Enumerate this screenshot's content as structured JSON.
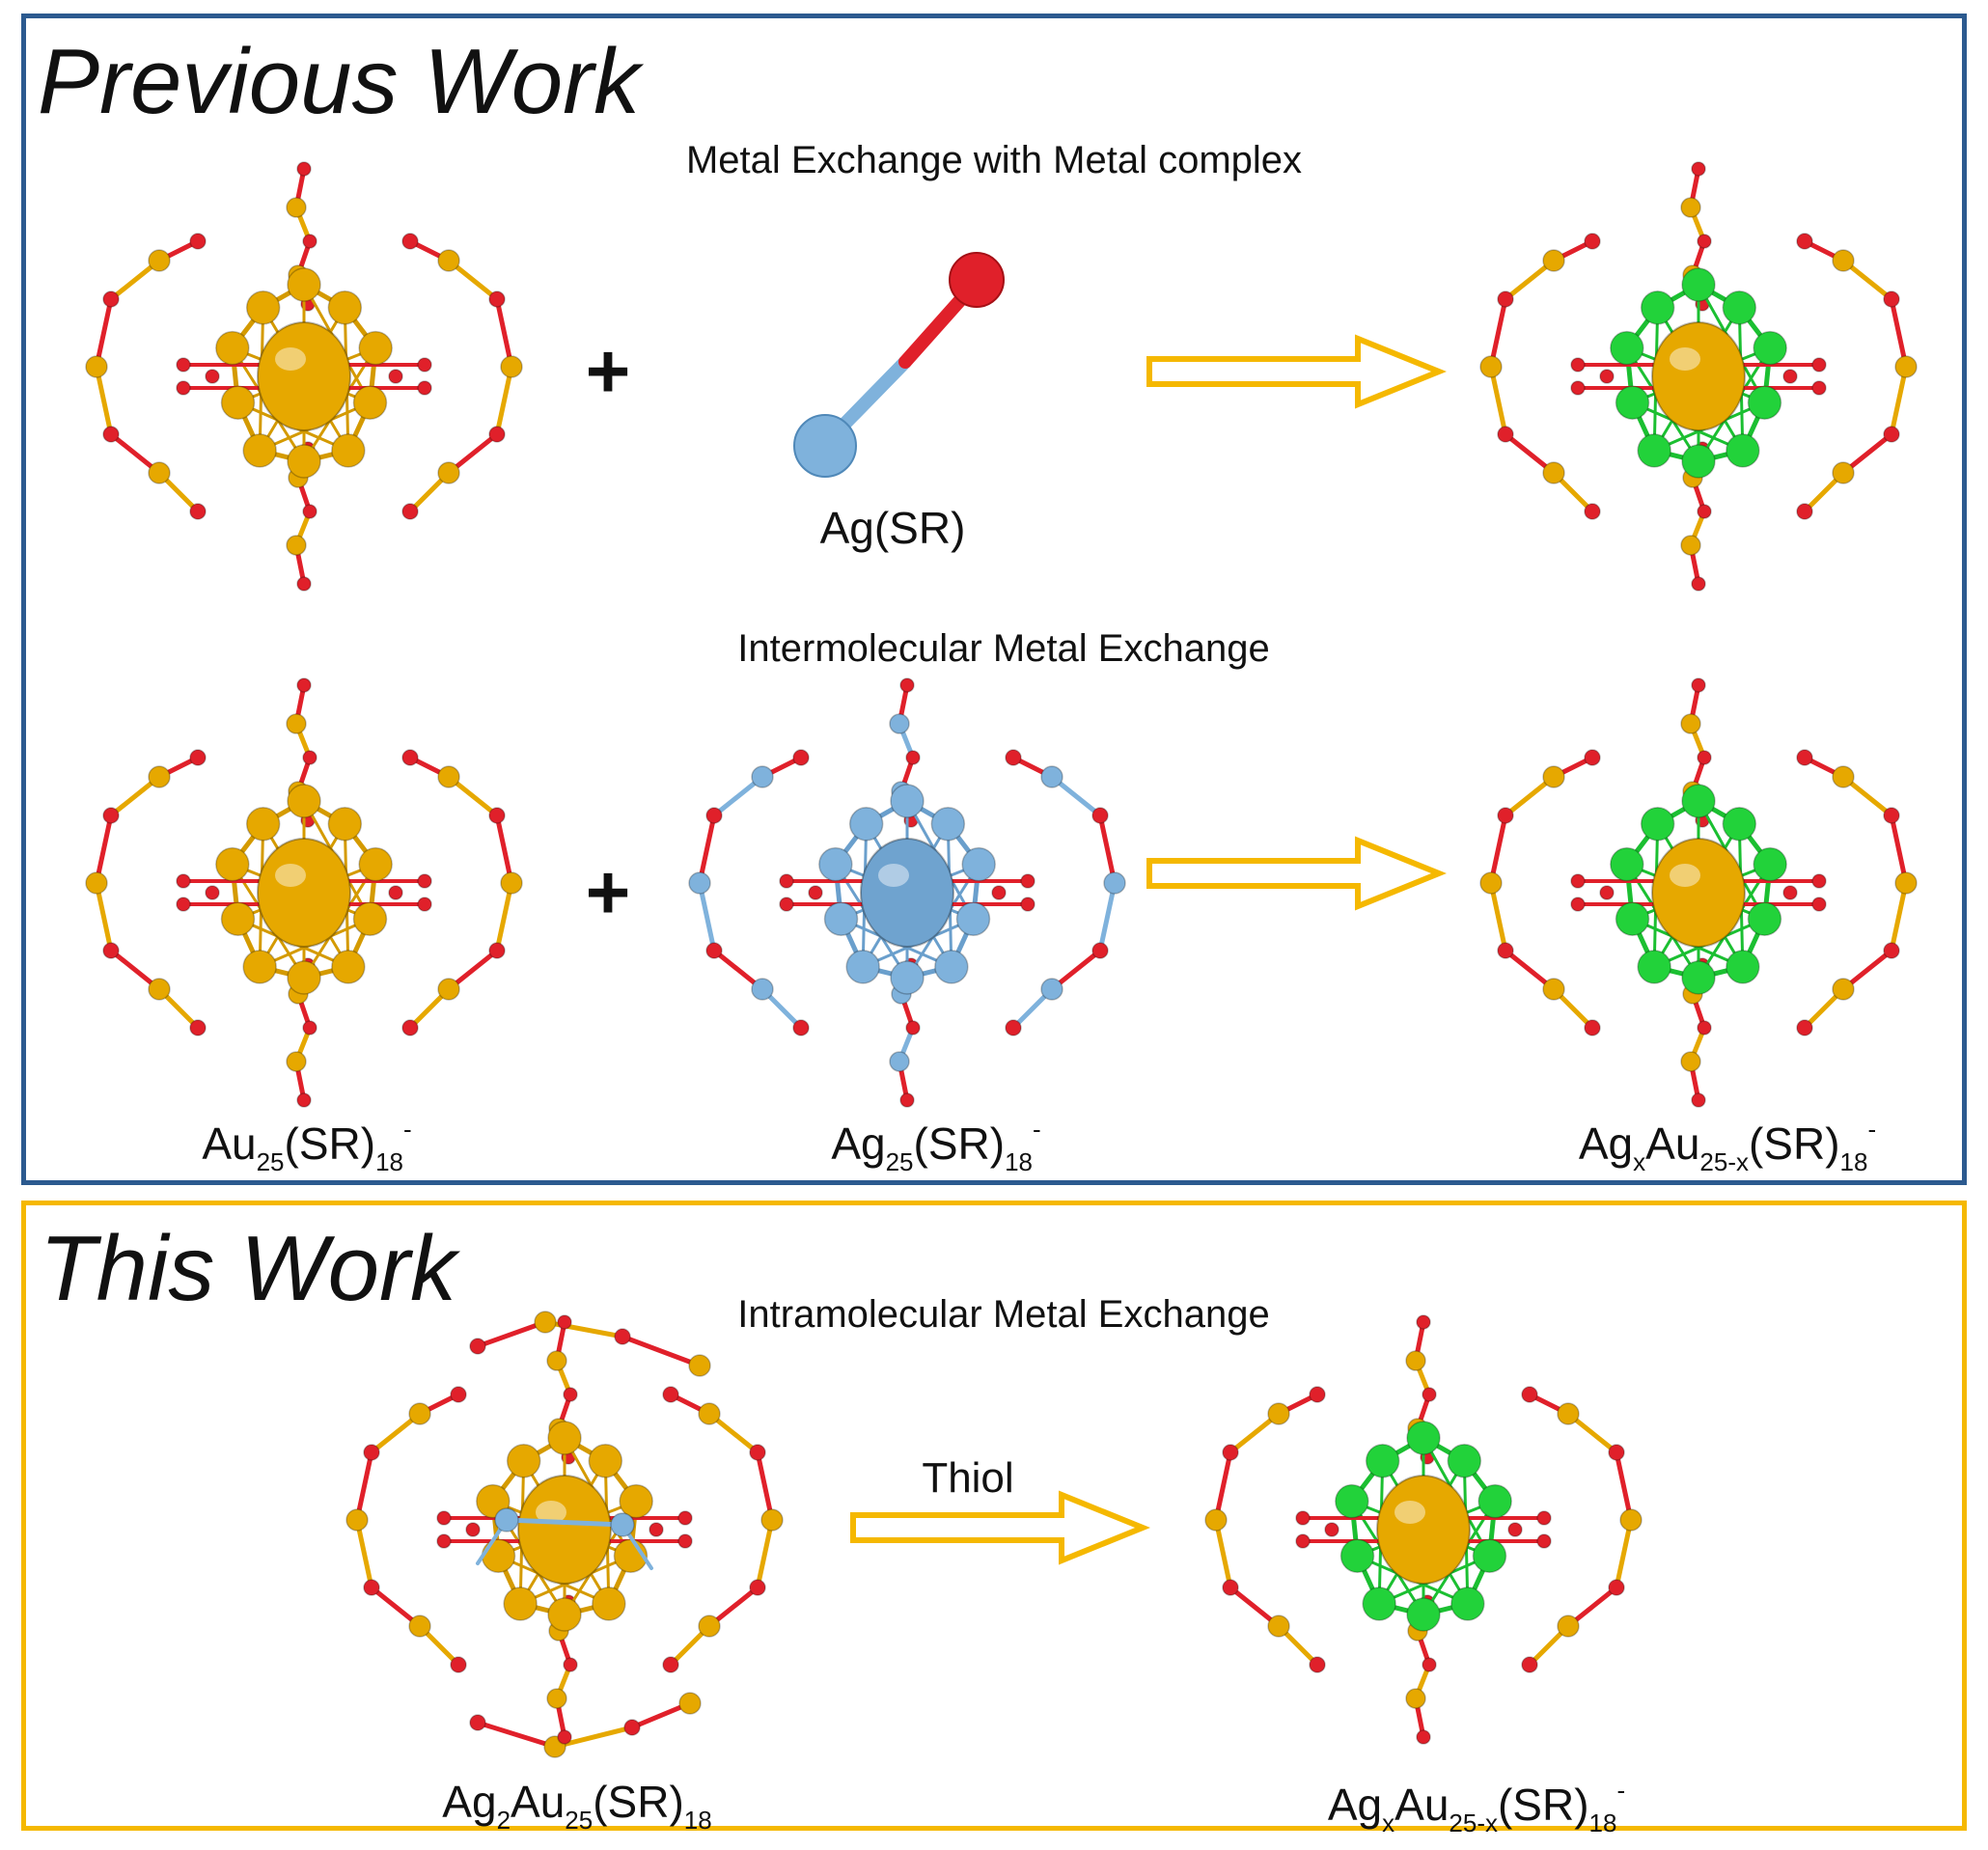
{
  "previous_work": {
    "heading": "Previous Work",
    "row1_caption": "Metal Exchange with Metal complex",
    "row2_caption": "Intermolecular Metal Exchange",
    "complex_label": "Ag(SR)",
    "plus": "+",
    "formulas": {
      "au25": {
        "base1": "Au",
        "sub1": "25",
        "base2": "(SR)",
        "sub2": "18",
        "sup": "-"
      },
      "ag25": {
        "base1": "Ag",
        "sub1": "25",
        "base2": "(SR)",
        "sub2": "18",
        "sup": "-"
      },
      "agxau": {
        "base1": "Ag",
        "sub1": "x",
        "base2": "Au",
        "sub2": "25-x",
        "base3": "(SR)",
        "sub3": "18",
        "sup": "-"
      }
    }
  },
  "this_work": {
    "heading": "This Work",
    "caption": "Intramolecular Metal Exchange",
    "arrow_label": "Thiol",
    "formulas": {
      "ag2au25": {
        "base1": "Ag",
        "sub1": "2",
        "base2": "Au",
        "sub2": "25",
        "base3": "(SR)",
        "sub3": "18"
      },
      "agxau": {
        "base1": "Ag",
        "sub1": "x",
        "base2": "Au",
        "sub2": "25-x",
        "base3": "(SR)",
        "sub3": "18",
        "sup": "-"
      }
    }
  },
  "colors": {
    "previous_border": "#2c5a8f",
    "this_border": "#f5b800",
    "gold_atom": "#e6a800",
    "sulfur_atom": "#e0202a",
    "silver_blue_atom": "#7fb2dc",
    "silver_green_atom": "#22d23a",
    "arrow": "#f5b800"
  }
}
